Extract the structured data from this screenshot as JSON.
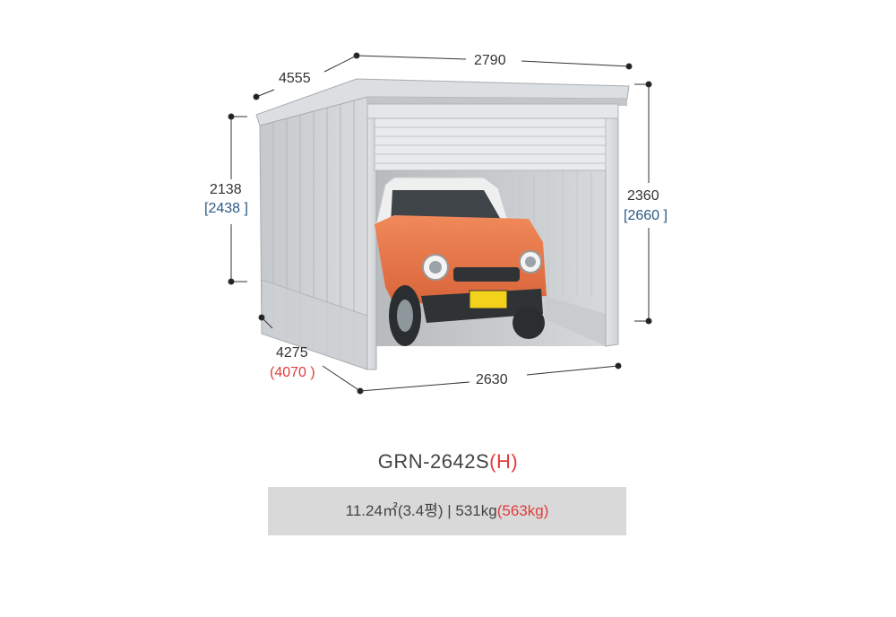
{
  "dimensions": {
    "top_width": "2790",
    "top_depth": "4555",
    "left_height": "2138",
    "left_height_alt": "[2438 ]",
    "right_height": "2360",
    "right_height_alt": "[2660 ]",
    "bottom_depth": "4275",
    "bottom_depth_alt": "(4070 )",
    "bottom_width": "2630"
  },
  "product": {
    "model": "GRN-2642S",
    "model_suffix": "(H)"
  },
  "spec": {
    "area": "11.24㎡(3.4평)",
    "separator": " | ",
    "weight": "531kg",
    "weight_alt": "(563kg)"
  },
  "colors": {
    "accent_red": "#e23b3b",
    "accent_blue": "#2b5a84",
    "spec_bg": "#d9d9d9",
    "car_body": "#e8784a"
  }
}
